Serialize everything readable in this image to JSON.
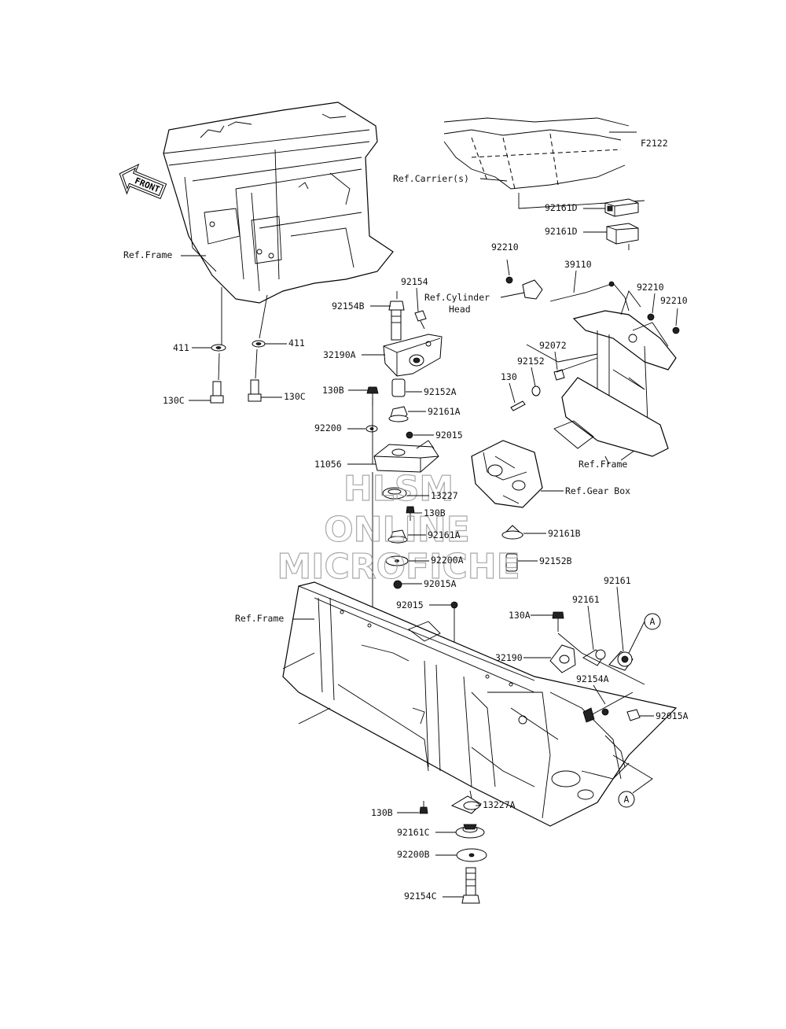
{
  "diagram_code": "F2122",
  "front_arrow": "FRONT",
  "watermark": [
    "HLSM",
    "ONLINE",
    "MICROFICHE"
  ],
  "callouts": {
    "ref_carriers": "Ref.Carrier(s)",
    "ref_frame_1": "Ref.Frame",
    "ref_frame_2": "Ref.Frame",
    "ref_frame_3": "Ref.Frame",
    "ref_cylinder_1": "Ref.Cylinder",
    "ref_cylinder_2": "Head",
    "ref_gear_box": "Ref.Gear Box",
    "p_92161D_1": "92161D",
    "p_92161D_2": "92161D",
    "p_92210_1": "92210",
    "p_39110": "39110",
    "p_92210_2": "92210",
    "p_92210_3": "92210",
    "p_92154": "92154",
    "p_92154B": "92154B",
    "p_32190A": "32190A",
    "p_92072": "92072",
    "p_92152": "92152",
    "p_130": "130",
    "p_411_1": "411",
    "p_411_2": "411",
    "p_130C_1": "130C",
    "p_130C_2": "130C",
    "p_130B_1": "130B",
    "p_92152A": "92152A",
    "p_92161A_1": "92161A",
    "p_92200": "92200",
    "p_92015_1": "92015",
    "p_11056": "11056",
    "p_13227": "13227",
    "p_130B_2": "130B",
    "p_92161A_2": "92161A",
    "p_92200A": "92200A",
    "p_92015A_1": "92015A",
    "p_92161B": "92161B",
    "p_92152B": "92152B",
    "p_92015_2": "92015",
    "p_130A": "130A",
    "p_92161_1": "92161",
    "p_92161_2": "92161",
    "p_A_1": "A",
    "p_32190": "32190",
    "p_92154A": "92154A",
    "p_92015A_2": "92015A",
    "p_A_2": "A",
    "p_130B_3": "130B",
    "p_13227A": "13227A",
    "p_92161C": "92161C",
    "p_92200B": "92200B",
    "p_92154C": "92154C"
  }
}
